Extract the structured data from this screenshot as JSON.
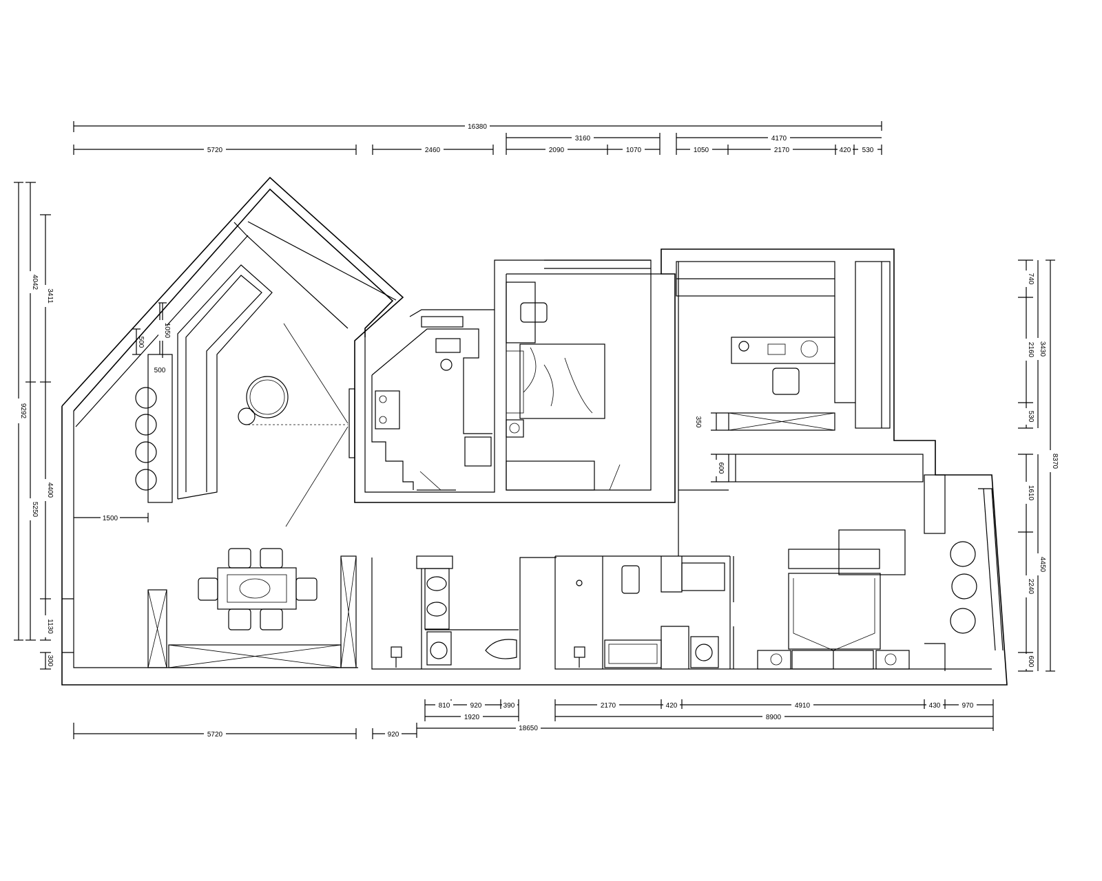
{
  "title": "Apartment floor plan with dimensions",
  "dimensions": {
    "top": {
      "overall": "16380",
      "group_a": "3160",
      "group_b": "4170",
      "segments": [
        "5720",
        "2460",
        "2090",
        "1070",
        "1050",
        "2170",
        "420",
        "530"
      ]
    },
    "bottom": {
      "row1": [
        "810",
        "920",
        "390",
        "2170",
        "420",
        "4910",
        "430",
        "970"
      ],
      "row2": [
        "1920",
        "8900"
      ],
      "overall": "18650",
      "row3": [
        "5720",
        "920"
      ]
    },
    "left": {
      "overall": "9292",
      "mid": [
        "4042",
        "5250"
      ],
      "inner": [
        "3411",
        "4400",
        "1130",
        "300"
      ]
    },
    "right": {
      "inner": [
        "740",
        "2160",
        "530",
        "1610",
        "2240",
        "600"
      ],
      "mid": [
        "3430",
        "4450"
      ],
      "overall": "8370"
    },
    "interior": [
      "1050",
      "500",
      "500",
      "1500",
      "350",
      "600"
    ]
  }
}
